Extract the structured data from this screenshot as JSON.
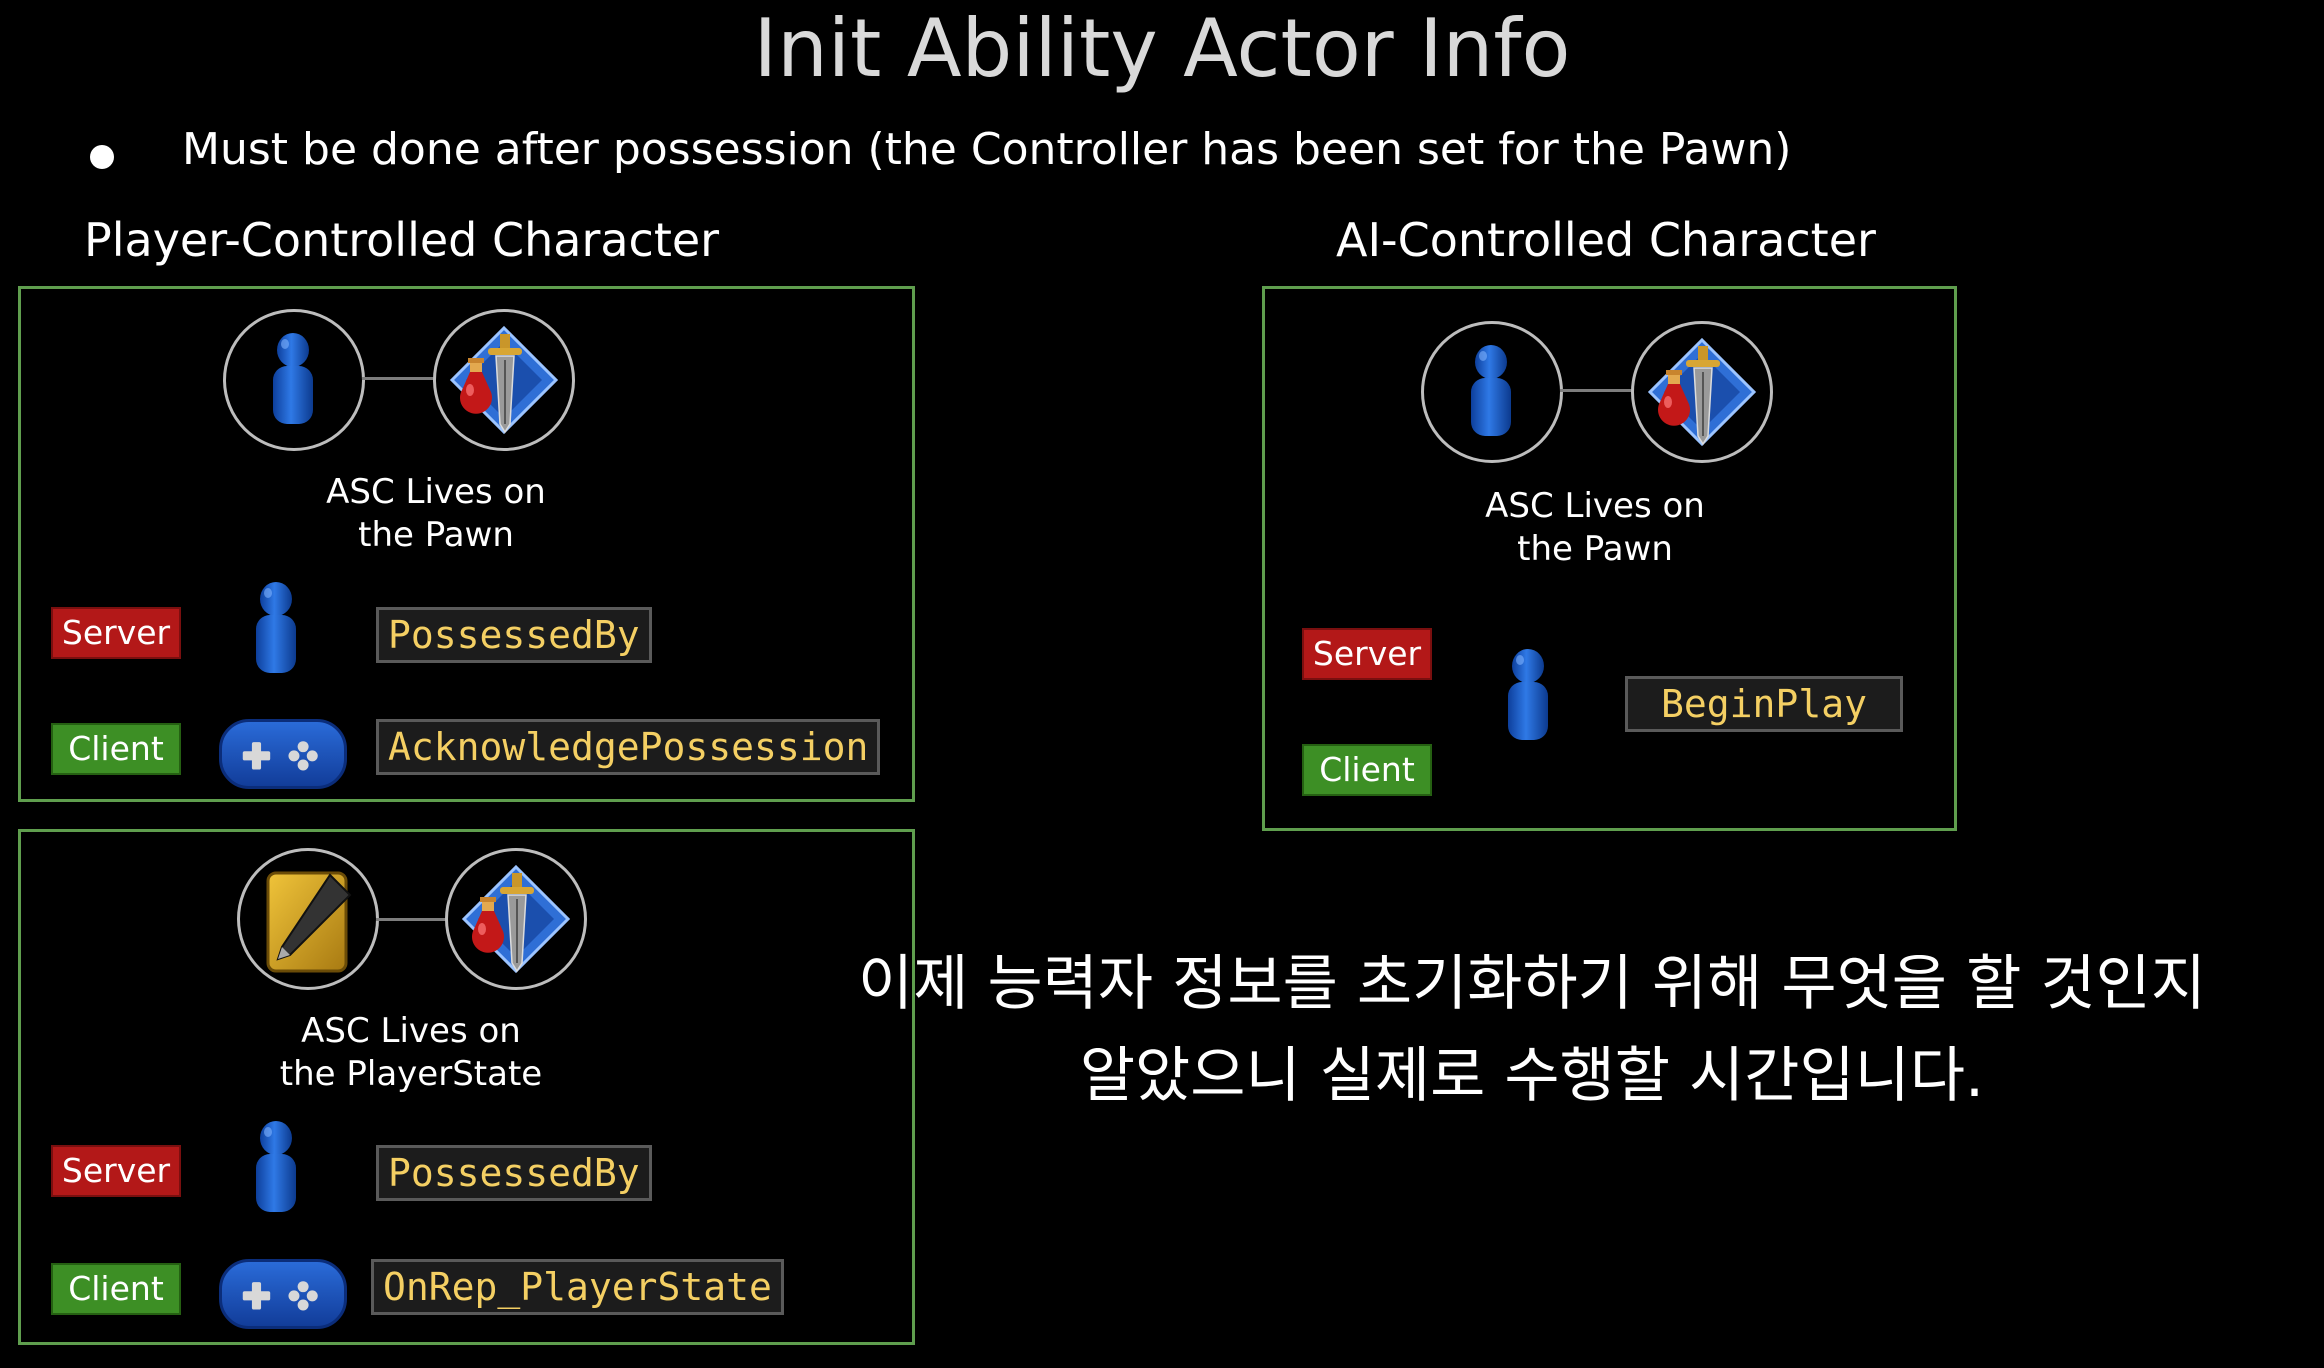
{
  "slide": {
    "title": "Init Ability Actor Info",
    "bullet": "Must be done after possession (the Controller has been set for the Pawn)"
  },
  "player_section": {
    "heading": "Player-Controlled Character",
    "pawn_panel": {
      "caption_line1": "ASC Lives on",
      "caption_line2": "the Pawn",
      "server_label": "Server",
      "client_label": "Client",
      "server_call": "PossessedBy",
      "client_call": "AcknowledgePossession"
    },
    "playerstate_panel": {
      "caption_line1": "ASC Lives on",
      "caption_line2": "the PlayerState",
      "server_label": "Server",
      "client_label": "Client",
      "server_call": "PossessedBy",
      "client_call": "OnRep_PlayerState"
    }
  },
  "ai_section": {
    "heading": "AI-Controlled Character",
    "pawn_panel": {
      "caption_line1": "ASC Lives on",
      "caption_line2": "the Pawn",
      "server_label": "Server",
      "client_label": "Client",
      "call": "BeginPlay"
    }
  },
  "subtitle": {
    "line1": "이제 능력자 정보를 초기화하기 위해 무엇을 할 것인지",
    "line2": "알았으니 실제로 수행할 시간입니다."
  },
  "icons": [
    "pawn-icon",
    "ability-system-icon",
    "playerstate-icon",
    "gamepad-icon"
  ],
  "colors": {
    "panel_border": "#5f9e4e",
    "server_tag": "#b31818",
    "client_tag": "#3d8f25",
    "code_text": "#f4cf63",
    "pawn_blue": "#1f5fc4"
  }
}
